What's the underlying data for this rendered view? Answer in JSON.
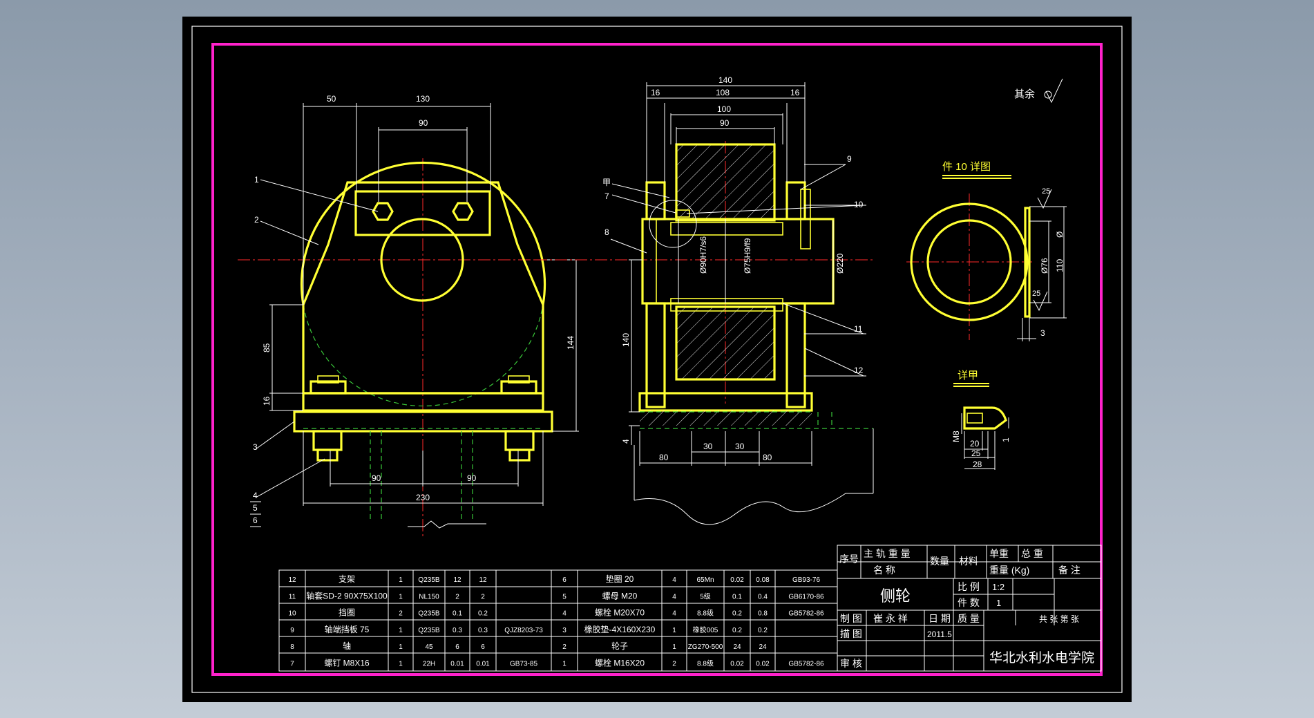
{
  "drawing": {
    "roughness_note": "其余",
    "detail10_title": "件 10 详图",
    "detailA_title": "详甲",
    "front_view": {
      "dims": {
        "d50": "50",
        "d130": "130",
        "d90_top": "90",
        "d85": "85",
        "d16": "16",
        "d144": "144",
        "d90_left": "90",
        "d90_right": "90",
        "d230": "230"
      },
      "leaders": [
        "1",
        "2",
        "3",
        "4",
        "5",
        "6"
      ]
    },
    "side_view": {
      "dims": {
        "d140": "140",
        "d16a": "16",
        "d108": "108",
        "d16b": "16",
        "d100": "100",
        "d90": "90",
        "d140v": "140",
        "d4": "4",
        "d80a": "80",
        "d30a": "30",
        "d30b": "30",
        "d80b": "80"
      },
      "fits": {
        "f1": "Ø90H7/s6",
        "f2": "Ø75H9/f9",
        "dia": "Ø220"
      },
      "leaders": {
        "jia": "甲",
        "n7": "7",
        "n8": "8",
        "n9": "9",
        "n10": "10",
        "n11": "11",
        "n12": "12"
      }
    },
    "detail10": {
      "r25a": "25",
      "r25b": "25",
      "d76": "Ø76",
      "d110": "110",
      "d0": "Ø",
      "d3": "3"
    },
    "detailA": {
      "m8": "M8",
      "d20": "20",
      "d25": "25",
      "d28": "28",
      "d1": "1"
    }
  },
  "bom": {
    "rows": [
      {
        "a": [
          "12",
          "支架",
          "1",
          "Q235B",
          "12",
          "12",
          ""
        ],
        "b": [
          "6",
          "垫圈 20",
          "4",
          "65Mn",
          "0.02",
          "0.08",
          "GB93-76"
        ]
      },
      {
        "a": [
          "11",
          "轴套SD-2 90X75X100",
          "1",
          "NL150",
          "2",
          "2",
          ""
        ],
        "b": [
          "5",
          "螺母 M20",
          "4",
          "5级",
          "0.1",
          "0.4",
          "GB6170-86"
        ]
      },
      {
        "a": [
          "10",
          "挡圈",
          "2",
          "Q235B",
          "0.1",
          "0.2",
          ""
        ],
        "b": [
          "4",
          "螺栓 M20X70",
          "4",
          "8.8级",
          "0.2",
          "0.8",
          "GB5782-86"
        ]
      },
      {
        "a": [
          "9",
          "轴端挡板 75",
          "1",
          "Q235B",
          "0.3",
          "0.3",
          "QJZ8203-73"
        ],
        "b": [
          "3",
          "橡胶垫-4X160X230",
          "1",
          "橡胶005",
          "0.2",
          "0.2",
          ""
        ]
      },
      {
        "a": [
          "8",
          "轴",
          "1",
          "45",
          "6",
          "6",
          ""
        ],
        "b": [
          "2",
          "轮子",
          "1",
          "ZG270-500",
          "24",
          "24",
          ""
        ]
      },
      {
        "a": [
          "7",
          "螺钉 M8X16",
          "1",
          "22H",
          "0.01",
          "0.01",
          "GB73-85"
        ],
        "b": [
          "1",
          "螺栓 M16X20",
          "2",
          "8.8级",
          "0.02",
          "0.02",
          "GB5782-86"
        ]
      }
    ],
    "header": {
      "seq": "序号",
      "name": "主 轨 重 量",
      "name2": "名 称",
      "qty": "数量",
      "material": "材料",
      "unit_w": "单重",
      "total_w": "总 重",
      "weight_kg": "重量 (Kg)",
      "remarks": "备 注"
    }
  },
  "title_block": {
    "part_name": "侧轮",
    "scale_label": "比 例",
    "scale_value": "1:2",
    "count_label": "件 数",
    "count_value": "1",
    "drawn_label": "制 图",
    "drawn_by": "崔 永 祥",
    "date_label": "日 期",
    "mass_label": "质 量",
    "sheets_label": "共 张 第 张",
    "traced_label": "描 图",
    "date_value": "2011.5",
    "checked_label": "审 核",
    "school": "华北水利水电学院"
  }
}
